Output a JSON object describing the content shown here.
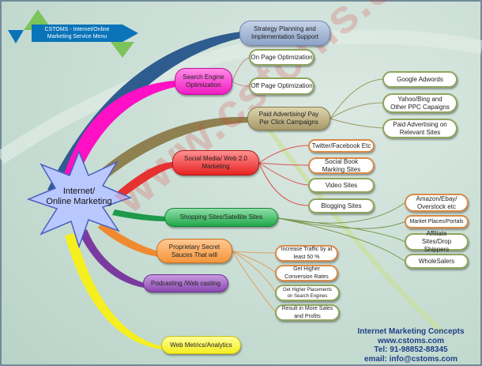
{
  "title": {
    "line1": "CSTOMS - Internet/Online",
    "line2": "Marketing Service Menu"
  },
  "center": {
    "line1": "Internet/",
    "line2": "Online Marketing"
  },
  "branches": {
    "strategy": "Strategy Planning and Implementation  Support",
    "seo": "Search Engine Optimization",
    "paid": "Paid Advertising/ Pay Per Click Campaigns",
    "social": "Social Media/ Web 2.0 Marketing",
    "shopping": "Shopping Sites/Satellite Sites",
    "proprietary": "Proprietary Secret Sauces That will",
    "podcasting": "Podcasting /Web casting",
    "metrics": "Web Metrics/Analytics"
  },
  "seo_items": [
    "On Page Optimization",
    "Off Page Optimization"
  ],
  "paid_items": [
    "Google Adwords",
    "Yahoo/Bing and Other PPC Capaigns",
    "Paid Advertising on Relevant Sites"
  ],
  "social_items": [
    "Twitter/Facebook Etc",
    "Social Book Marking Sites",
    "Video Sites",
    "Blogging Sites"
  ],
  "shopping_items": [
    "Amazon/Ebay/ Overstock etc",
    "Market Places/Portals",
    "Affiliate Sites/Drop Shippers",
    "WholeSalers"
  ],
  "proprietary_items": [
    "Increase Traffic by at least 50 %",
    "Get Higher Conversion Rates",
    "Get Higher Placements on Search Engines",
    "Result in More Sales and Profits"
  ],
  "watermark": "www.cstoms.com",
  "contact": {
    "heading": "Internet Marketing Concepts",
    "website": "www.cstoms.com",
    "tel": "Tel: 91-98852-88345",
    "email": "email: info@cstoms.com"
  }
}
